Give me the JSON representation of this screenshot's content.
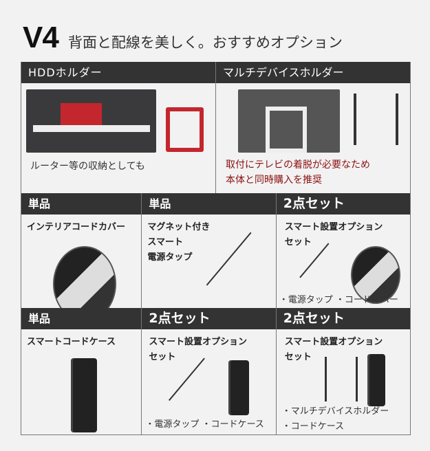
{
  "header": {
    "model": "V4",
    "subtitle": "背面と配線を美しく。おすすめオプション"
  },
  "top": [
    {
      "header": "HDDホルダー",
      "note": "ルーター等の収納としても"
    },
    {
      "header": "マルチデバイスホルダー",
      "note_line1": "取付にテレビの着脱が必要なため",
      "note_line2": "本体と同時購入を推奨",
      "note_color": "#8b0f0f"
    }
  ],
  "cells": [
    {
      "header": "単品",
      "name_lines": [
        "インテリアコードカバー"
      ]
    },
    {
      "header": "単品",
      "name_lines": [
        "マグネット付き",
        "スマート",
        "電源タップ"
      ]
    },
    {
      "header": "2点セット",
      "name_lines": [
        "スマート設置オプション",
        "セット"
      ],
      "items": "・電源タップ ・コードカバー"
    },
    {
      "header": "単品",
      "name_lines": [
        "スマートコードケース"
      ]
    },
    {
      "header": "2点セット",
      "name_lines": [
        "スマート設置オプション",
        "セット"
      ],
      "items": "・電源タップ ・コードケース"
    },
    {
      "header": "2点セット",
      "name_lines": [
        "スマート設置オプション",
        "セット"
      ],
      "items_lines": [
        "・マルチデバイスホルダー",
        "・コードケース"
      ]
    }
  ]
}
